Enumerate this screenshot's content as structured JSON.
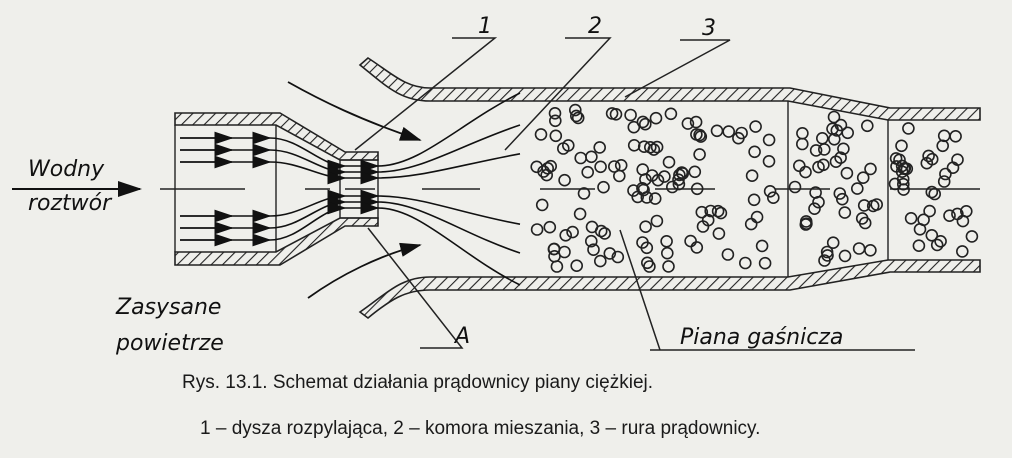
{
  "labels": {
    "part_1": "1",
    "part_2": "2",
    "part_3": "3",
    "point_a": "A",
    "inlet_line1": "Wodny",
    "inlet_line2": "roztwór",
    "air_line1": "Zasysane",
    "air_line2": "powietrze",
    "foam": "Piana gaśnicza"
  },
  "caption": {
    "title": "Rys. 13.1. Schemat działania prądownicy piany ciężkiej.",
    "legend": "1 – dysza rozpylająca, 2 – komora mieszania, 3 – rura prądownicy."
  }
}
